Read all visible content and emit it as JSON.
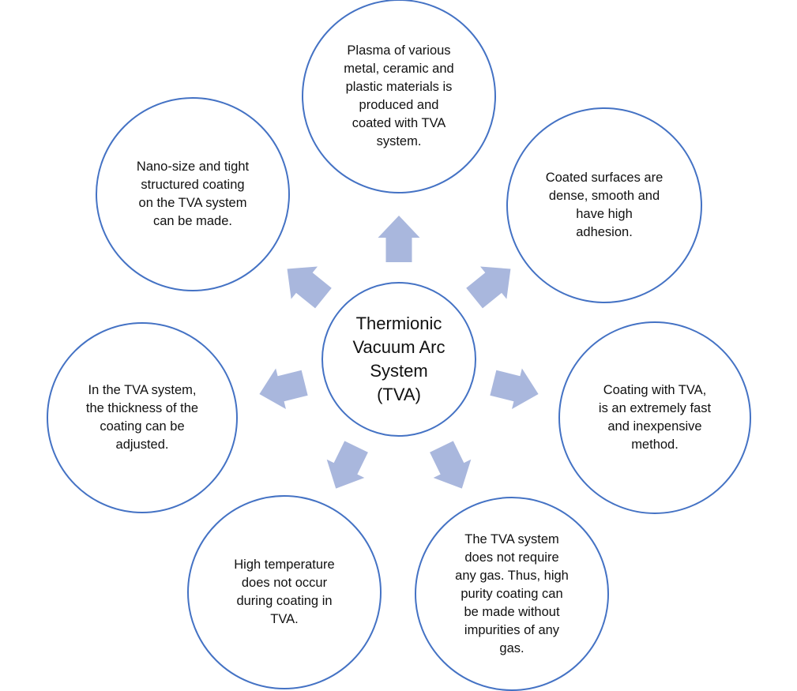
{
  "colors": {
    "circle_stroke": "#4472c4",
    "arrow_fill": "#a9b7dd"
  },
  "center": {
    "lines": [
      "Thermionic",
      "Vacuum Arc",
      "System",
      "(TVA)"
    ]
  },
  "nodes": [
    {
      "id": "top",
      "lines": [
        "Plasma of various",
        "metal, ceramic and",
        "plastic materials is",
        "produced and",
        "coated with TVA",
        "system."
      ]
    },
    {
      "id": "top-right",
      "lines": [
        "Coated surfaces are",
        "dense, smooth and",
        "have high",
        "adhesion."
      ]
    },
    {
      "id": "right",
      "lines": [
        "Coating with TVA,",
        "is an extremely fast",
        "and inexpensive",
        "method."
      ]
    },
    {
      "id": "bottom-right",
      "lines": [
        "The TVA system",
        "does not require",
        "any gas. Thus, high",
        "purity coating can",
        "be made without",
        "impurities of any",
        "gas."
      ]
    },
    {
      "id": "bottom-left",
      "lines": [
        "High temperature",
        "does not occur",
        "during coating in",
        "TVA."
      ]
    },
    {
      "id": "left",
      "lines": [
        "In the TVA system,",
        "the thickness of the",
        "coating can be",
        "adjusted."
      ]
    },
    {
      "id": "top-left",
      "lines": [
        "Nano-size and tight",
        "structured coating",
        "on the TVA system",
        "can be made."
      ]
    }
  ]
}
